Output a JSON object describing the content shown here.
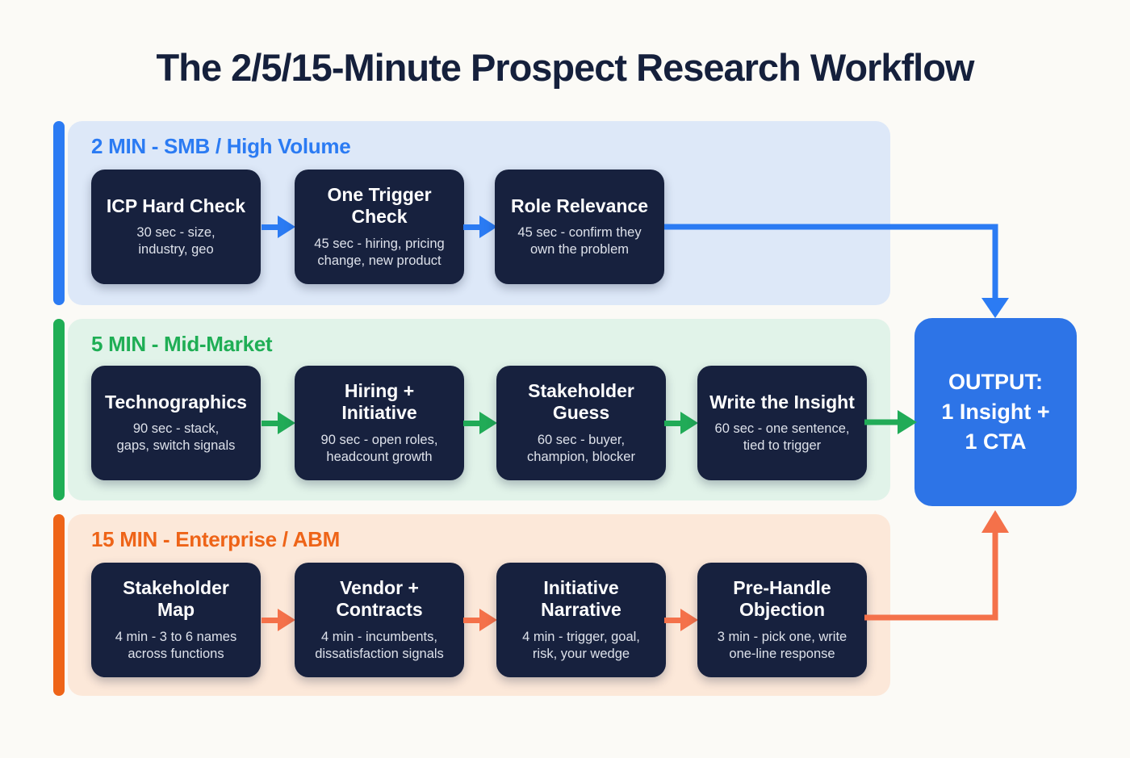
{
  "title": "The 2/5/15-Minute Prospect Research Workflow",
  "colors": {
    "page_bg": "#fbfaf6",
    "title_text": "#15203c",
    "box_bg": "#17213e",
    "box_title_text": "#ffffff",
    "box_detail_text": "#dde1ea",
    "band_smb_accent": "#2b7bf3",
    "band_smb_bg": "#dde8f8",
    "band_mid_accent": "#1fae55",
    "band_mid_bg": "#e1f3e9",
    "band_ent_accent": "#ee6418",
    "band_ent_bg": "#fce8d9",
    "arrow_smb": "#2b7bf3",
    "arrow_mid": "#21ab57",
    "arrow_ent": "#f4714a",
    "output_bg": "#2d74e7",
    "output_text": "#ffffff"
  },
  "bands": [
    {
      "label": "2 MIN - SMB / High Volume",
      "steps": [
        {
          "title": "ICP Hard Check",
          "detail": "30 sec - size, industry, geo"
        },
        {
          "title": "One Trigger Check",
          "detail": "45 sec - hiring, pricing change, new product"
        },
        {
          "title": "Role Relevance",
          "detail": "45 sec - confirm they own the problem"
        }
      ]
    },
    {
      "label": "5 MIN - Mid-Market",
      "steps": [
        {
          "title": "Technographics",
          "detail": "90 sec - stack, gaps, switch signals"
        },
        {
          "title": "Hiring + Initiative",
          "detail": "90 sec - open roles, headcount growth"
        },
        {
          "title": "Stakeholder Guess",
          "detail": "60 sec - buyer, champion, blocker"
        },
        {
          "title": "Write the Insight",
          "detail": "60 sec - one sentence, tied to trigger"
        }
      ]
    },
    {
      "label": "15 MIN - Enterprise / ABM",
      "steps": [
        {
          "title": "Stakeholder Map",
          "detail": "4 min - 3 to 6 names across functions"
        },
        {
          "title": "Vendor + Contracts",
          "detail": "4 min - incumbents, dissatisfaction signals"
        },
        {
          "title": "Initiative Narrative",
          "detail": "4 min - trigger, goal, risk, your wedge"
        },
        {
          "title": "Pre-Handle Objection",
          "detail": "3 min - pick one, write one-line response"
        }
      ]
    }
  ],
  "output": {
    "lines": [
      "OUTPUT:",
      "1 Insight +",
      "1 CTA"
    ]
  }
}
